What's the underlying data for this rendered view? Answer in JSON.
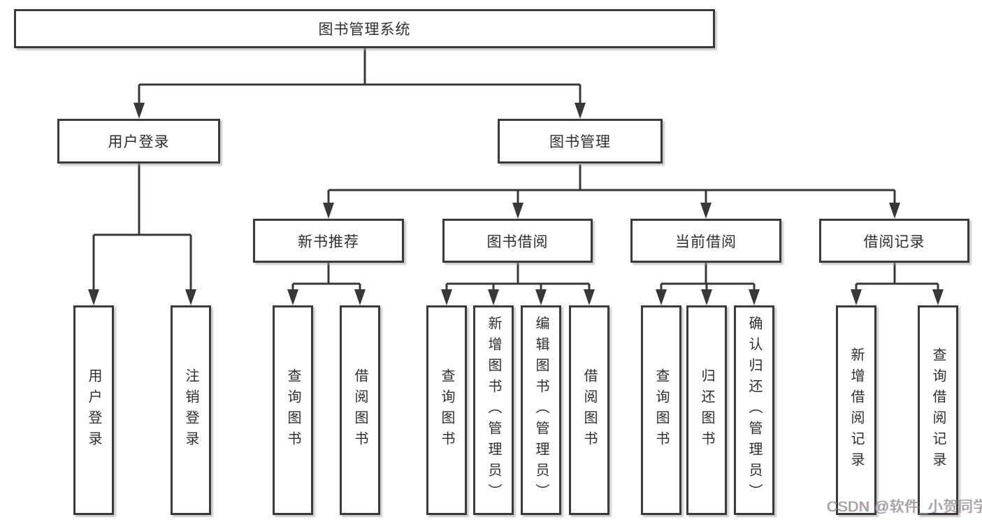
{
  "diagram": {
    "root": {
      "label": "图书管理系统"
    },
    "level2": [
      {
        "label": "用户登录"
      },
      {
        "label": "图书管理"
      }
    ],
    "level3": [
      {
        "label": "新书推荐"
      },
      {
        "label": "图书借阅"
      },
      {
        "label": "当前借阅"
      },
      {
        "label": "借阅记录"
      }
    ],
    "leaves": {
      "user_login": [
        "用户登录",
        "注销登录"
      ],
      "new_books": [
        "查询图书",
        "借阅图书"
      ],
      "book_borrow": [
        "查询图书",
        "新增图书（管理员）",
        "编辑图书（管理员）",
        "借阅图书"
      ],
      "current_borrow": [
        "查询图书",
        "归还图书",
        "确认归还（管理员）"
      ],
      "borrow_records": [
        "新增借阅记录",
        "查询借阅记录"
      ]
    },
    "line_color": "#383838"
  },
  "watermark": {
    "text": "CSDN @软件_小贺同学"
  }
}
